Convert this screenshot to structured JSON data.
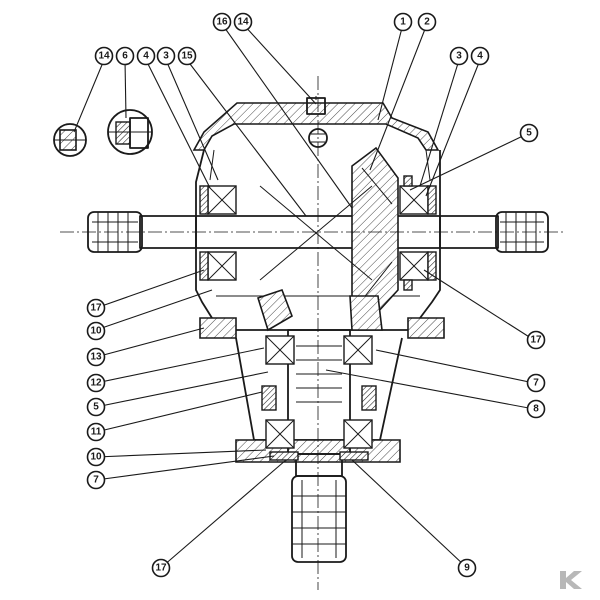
{
  "logo": {
    "mark": "K"
  },
  "callouts": [
    {
      "id": "c16-top",
      "label": "16"
    },
    {
      "id": "c14-top",
      "label": "14"
    },
    {
      "id": "c1-top",
      "label": "1"
    },
    {
      "id": "c2-top",
      "label": "2"
    },
    {
      "id": "c14-left",
      "label": "14"
    },
    {
      "id": "c6-left",
      "label": "6"
    },
    {
      "id": "c4-left",
      "label": "4"
    },
    {
      "id": "c3-left",
      "label": "3"
    },
    {
      "id": "c15-left",
      "label": "15"
    },
    {
      "id": "c3-right",
      "label": "3"
    },
    {
      "id": "c4-right",
      "label": "4"
    },
    {
      "id": "c5-right",
      "label": "5"
    },
    {
      "id": "c17-left-a",
      "label": "17"
    },
    {
      "id": "c10-left-a",
      "label": "10"
    },
    {
      "id": "c13-left",
      "label": "13"
    },
    {
      "id": "c12-left",
      "label": "12"
    },
    {
      "id": "c5-left",
      "label": "5"
    },
    {
      "id": "c11-left",
      "label": "11"
    },
    {
      "id": "c10-left-b",
      "label": "10"
    },
    {
      "id": "c7-left",
      "label": "7"
    },
    {
      "id": "c17-right",
      "label": "17"
    },
    {
      "id": "c7-right",
      "label": "7"
    },
    {
      "id": "c8-right",
      "label": "8"
    },
    {
      "id": "c17-bottom",
      "label": "17"
    },
    {
      "id": "c9-bottom",
      "label": "9"
    }
  ]
}
